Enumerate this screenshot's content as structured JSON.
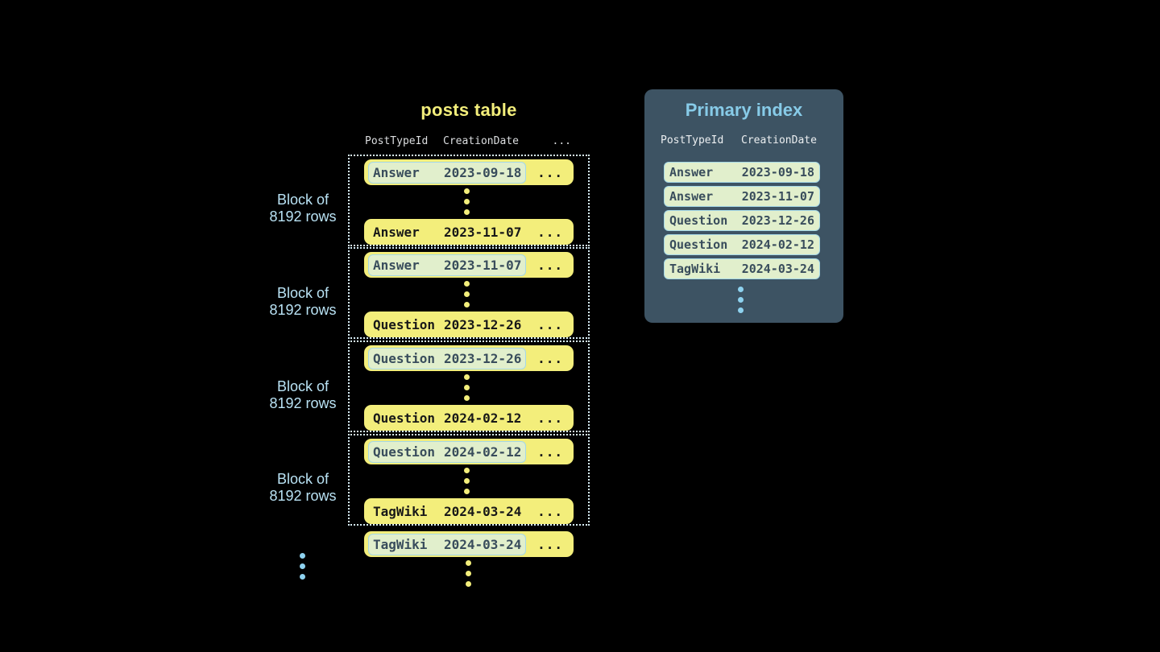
{
  "posts_table": {
    "title": "posts table",
    "headers": {
      "col1": "PostTypeId",
      "col2": "CreationDate",
      "more": "..."
    },
    "block_label": {
      "line1": "Block of",
      "line2": "8192 rows"
    },
    "ellipsis": "...",
    "blocks": [
      {
        "first": {
          "type": "Answer",
          "date": "2023-09-18"
        },
        "last": {
          "type": "Answer",
          "date": "2023-11-07"
        }
      },
      {
        "first": {
          "type": "Answer",
          "date": "2023-11-07"
        },
        "last": {
          "type": "Question",
          "date": "2023-12-26"
        }
      },
      {
        "first": {
          "type": "Question",
          "date": "2023-12-26"
        },
        "last": {
          "type": "Question",
          "date": "2024-02-12"
        }
      },
      {
        "first": {
          "type": "Question",
          "date": "2024-02-12"
        },
        "last": {
          "type": "TagWiki",
          "date": "2024-03-24"
        }
      }
    ],
    "trailing_row": {
      "type": "TagWiki",
      "date": "2024-03-24"
    }
  },
  "primary_index": {
    "title": "Primary index",
    "headers": {
      "col1": "PostTypeId",
      "col2": "CreationDate"
    },
    "rows": [
      {
        "type": "Answer",
        "date": "2023-09-18"
      },
      {
        "type": "Answer",
        "date": "2023-11-07"
      },
      {
        "type": "Question",
        "date": "2023-12-26"
      },
      {
        "type": "Question",
        "date": "2024-02-12"
      },
      {
        "type": "TagWiki",
        "date": "2024-03-24"
      }
    ]
  },
  "colors": {
    "background": "#000000",
    "row_yellow": "#f3ee7b",
    "badge_green": "#e1efcc",
    "badge_border_blue": "#a5d8e7",
    "panel_slate": "#3d5363",
    "title_blue": "#87cbe8",
    "label_blue": "#b9e2f4",
    "dot_blue": "#8ed2ef"
  }
}
